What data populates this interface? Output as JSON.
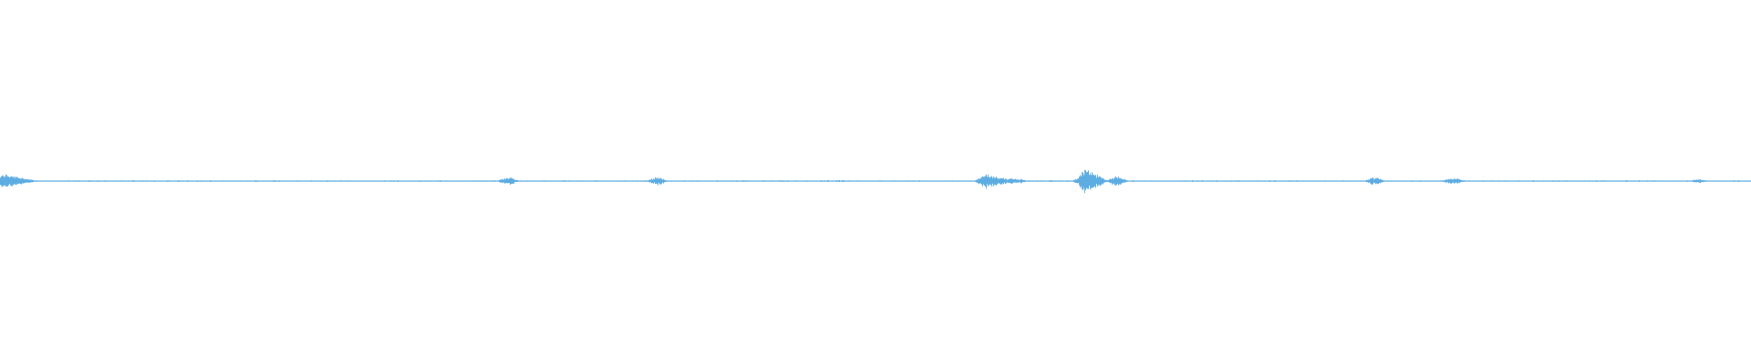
{
  "waveform": {
    "color": "#5DADE2",
    "background": "#ffffff",
    "duration_fraction_bursts": [
      {
        "t": 0.0,
        "amp": 0.03
      },
      {
        "t": 0.003,
        "amp": 0.04
      },
      {
        "t": 0.006,
        "amp": 0.035
      },
      {
        "t": 0.009,
        "amp": 0.03
      },
      {
        "t": 0.012,
        "amp": 0.02
      },
      {
        "t": 0.016,
        "amp": 0.01
      },
      {
        "t": 0.29,
        "amp": 0.022
      },
      {
        "t": 0.375,
        "amp": 0.022
      },
      {
        "t": 0.48,
        "amp": 0.005
      },
      {
        "t": 0.563,
        "amp": 0.038
      },
      {
        "t": 0.567,
        "amp": 0.03
      },
      {
        "t": 0.572,
        "amp": 0.02
      },
      {
        "t": 0.578,
        "amp": 0.016
      },
      {
        "t": 0.582,
        "amp": 0.012
      },
      {
        "t": 0.62,
        "amp": 0.07
      },
      {
        "t": 0.623,
        "amp": 0.05
      },
      {
        "t": 0.626,
        "amp": 0.035
      },
      {
        "t": 0.638,
        "amp": 0.03
      },
      {
        "t": 0.785,
        "amp": 0.022
      },
      {
        "t": 0.828,
        "amp": 0.012
      },
      {
        "t": 0.831,
        "amp": 0.016
      },
      {
        "t": 0.97,
        "amp": 0.01
      }
    ],
    "baseline_noise": 0.004
  }
}
